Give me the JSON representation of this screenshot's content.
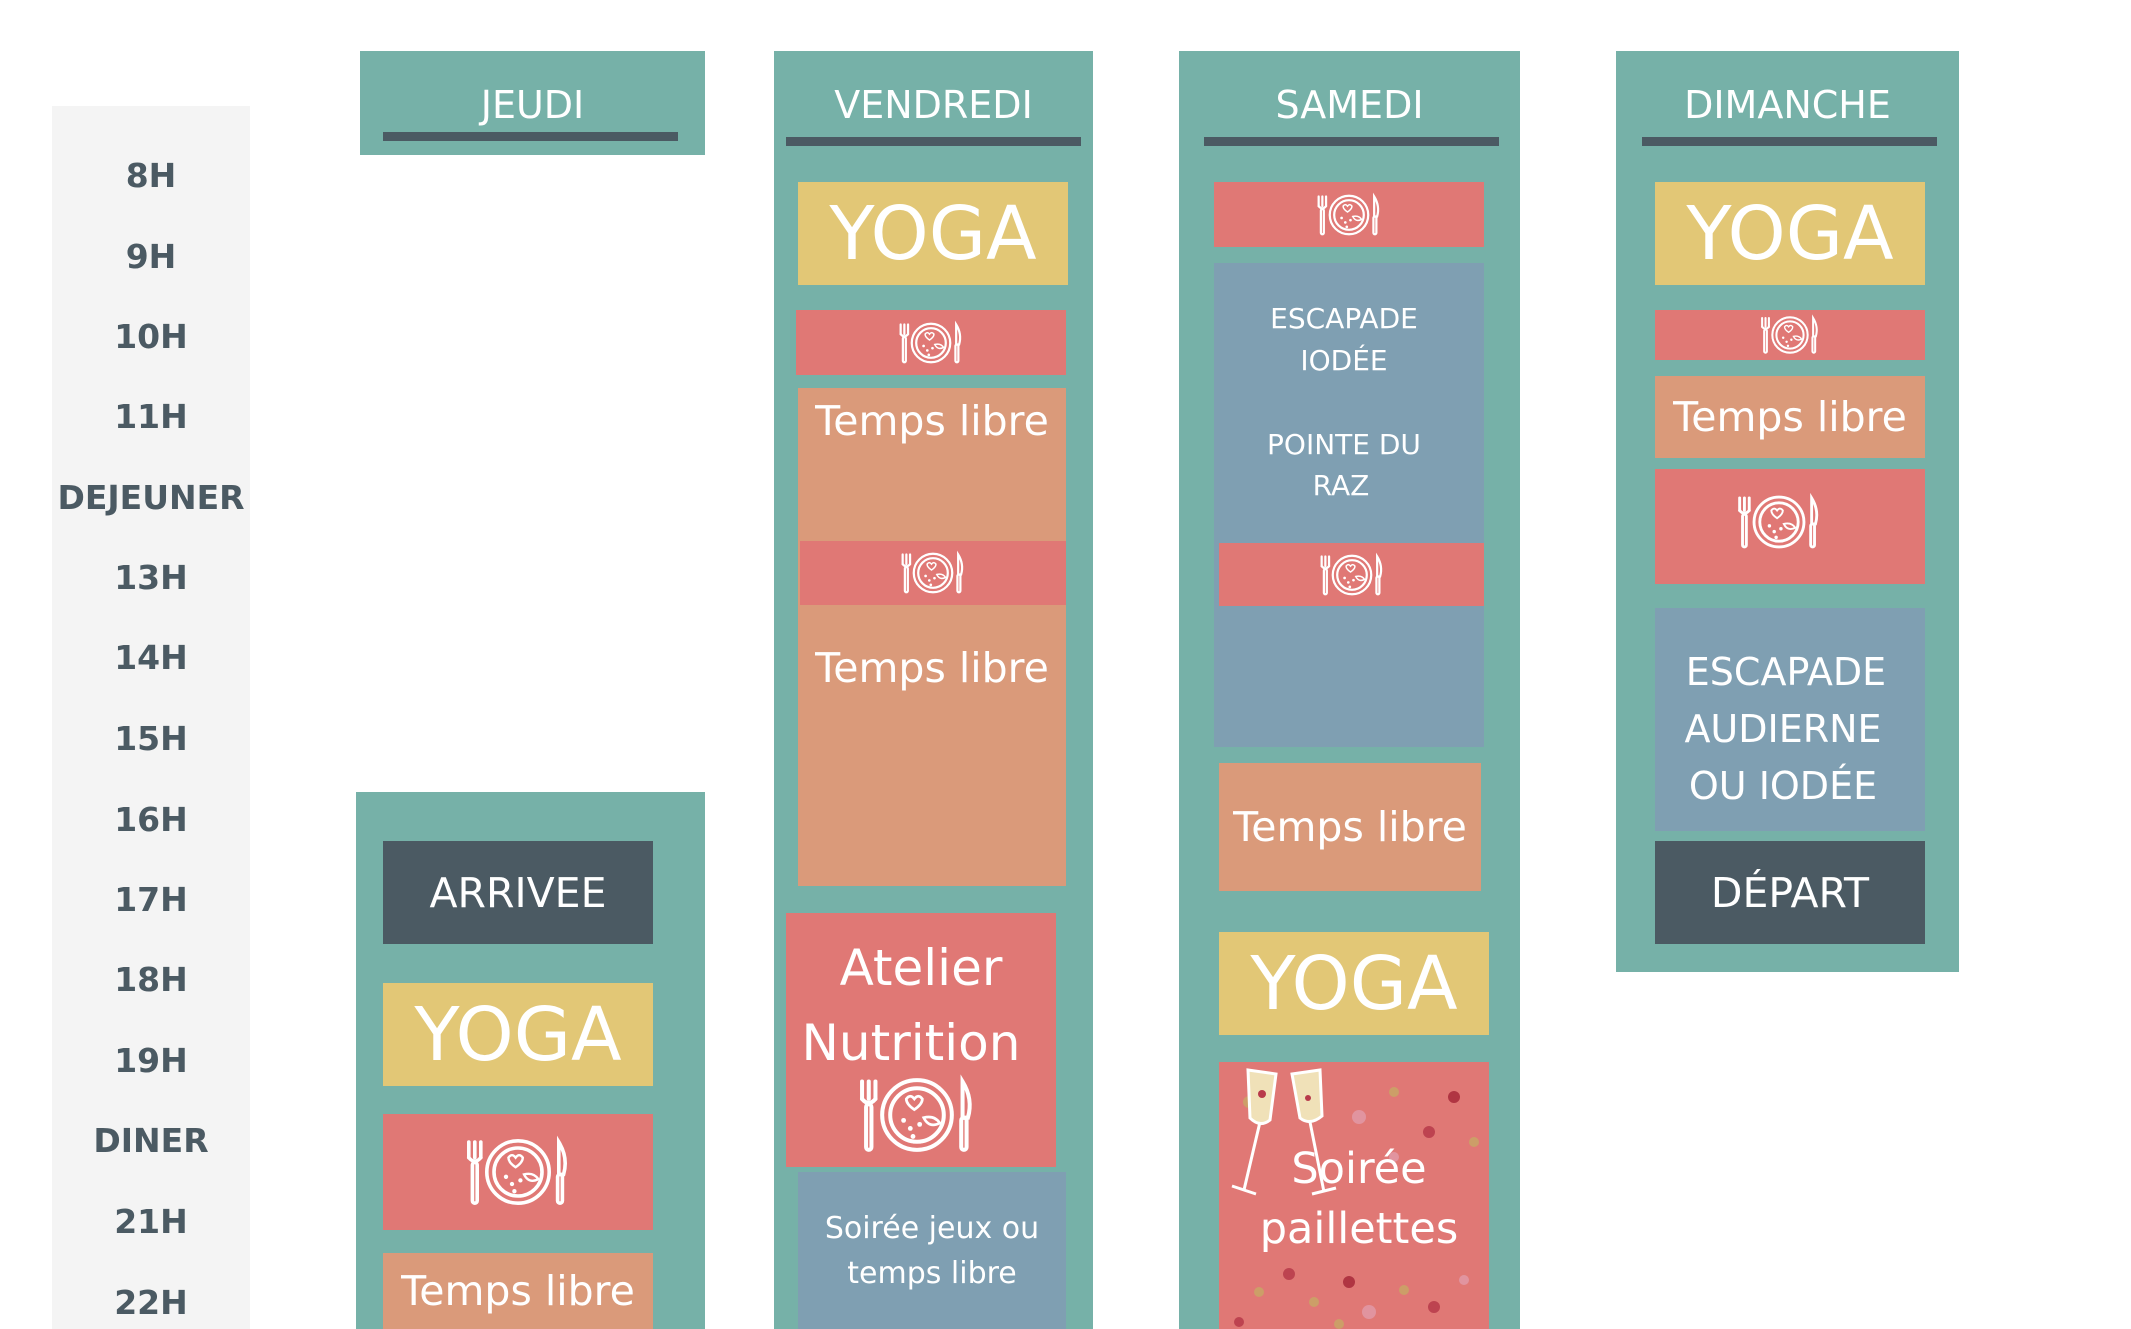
{
  "times": [
    "8H",
    "9H",
    "10H",
    "11H",
    "DEJEUNER",
    "13H",
    "14H",
    "15H",
    "16H",
    "17H",
    "18H",
    "19H",
    "DINER",
    "21H",
    "22H"
  ],
  "colors": {
    "column": "#76b1a8",
    "yoga": "#e2c776",
    "meal": "#e07875",
    "free_time": "#da9a7a",
    "excursion": "#7f9fb2",
    "dark": "#4b5a63",
    "time_column": "#f4f4f4"
  },
  "days": {
    "jeudi": {
      "title": "JEUDI",
      "arrivee": "ARRIVEE",
      "yoga": "YOGA",
      "meal_icon": "plate-cutlery-icon",
      "libre": "Temps libre"
    },
    "vendredi": {
      "title": "VENDREDI",
      "yoga": "YOGA",
      "meal_icon": "plate-cutlery-icon",
      "libre1": "Temps libre",
      "libre2": "Temps libre",
      "atelier_line1": "Atelier",
      "atelier_line2": "Nutrition",
      "soiree_line1": "Soirée jeux ou",
      "soiree_line2": "temps libre"
    },
    "samedi": {
      "title": "SAMEDI",
      "meal_icon": "plate-cutlery-icon",
      "escapade_line1": "ESCAPADE",
      "escapade_line2": "IODÉE",
      "pointe_line1": "POINTE DU",
      "pointe_line2": "RAZ",
      "libre": "Temps libre",
      "yoga": "YOGA",
      "soiree_line1": "Soirée",
      "soiree_line2": "paillettes",
      "soiree_icon": "champagne-glasses-icon"
    },
    "dimanche": {
      "title": "DIMANCHE",
      "yoga": "YOGA",
      "meal_icon": "plate-cutlery-icon",
      "libre": "Temps libre",
      "escapade_line1": "ESCAPADE",
      "escapade_line2": "AUDIERNE",
      "escapade_line3": "OU IODÉE",
      "depart": "DÉPART"
    }
  }
}
